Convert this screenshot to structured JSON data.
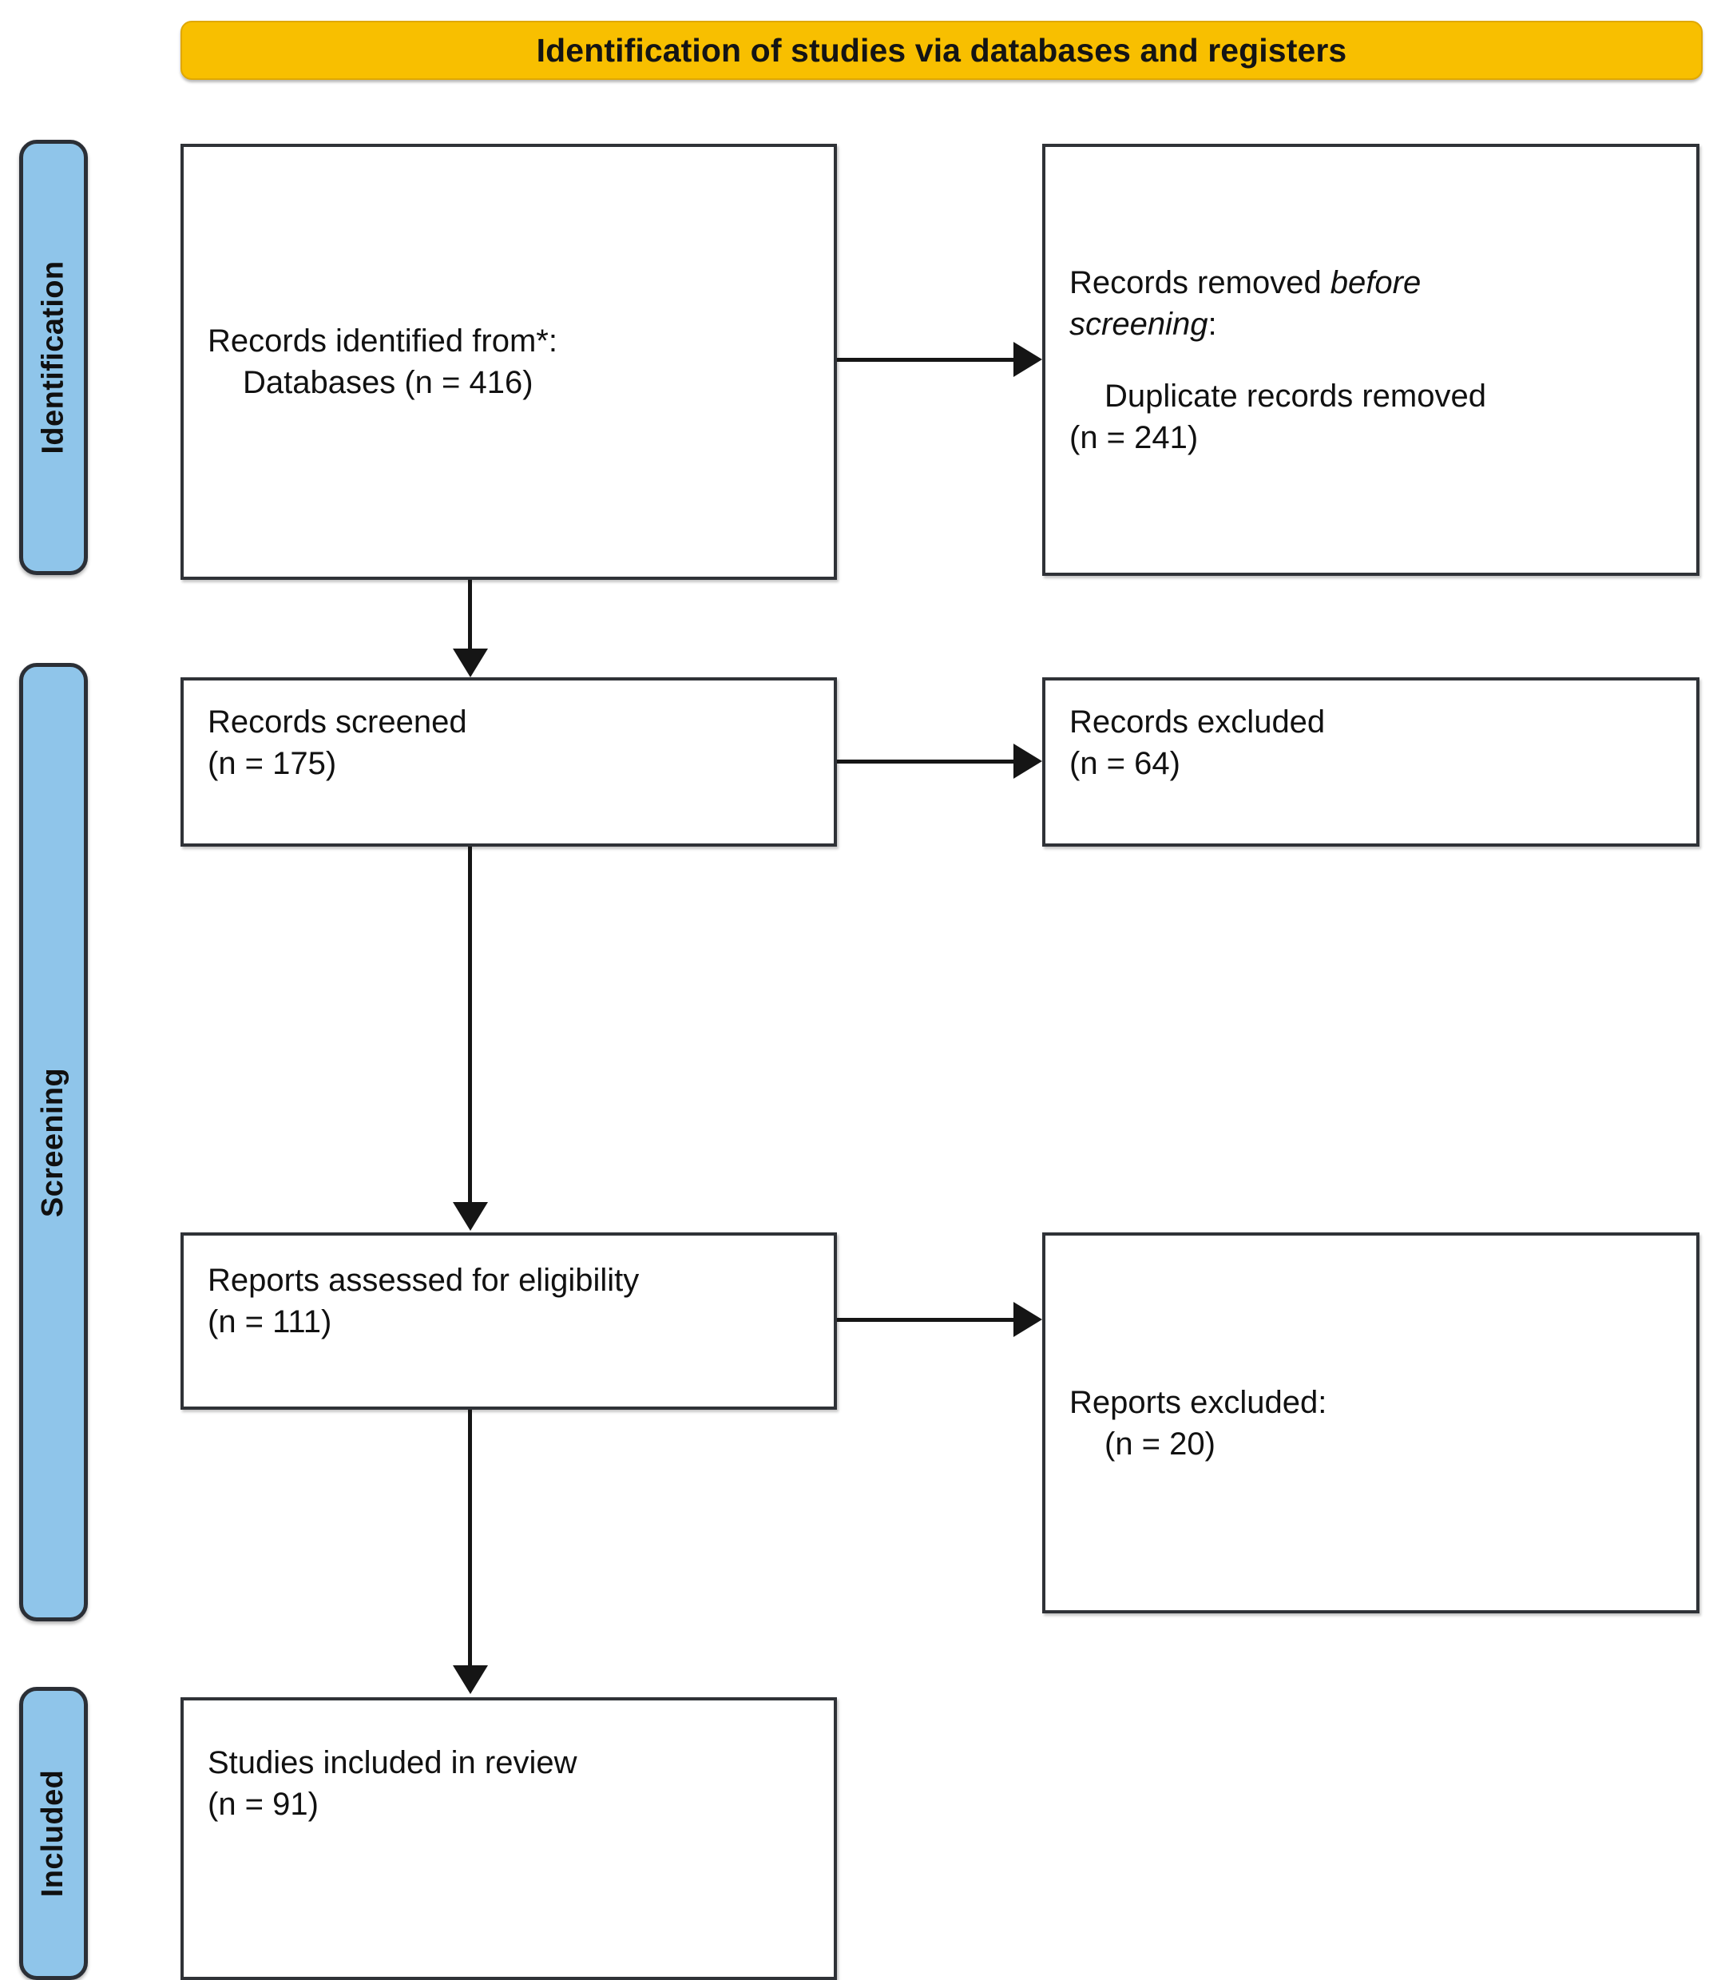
{
  "diagram": {
    "kind": "prisma-flow-diagram",
    "banner": {
      "title": "Identification of studies via databases and registers",
      "background_color": "#f8bf00",
      "text_color": "#141414"
    },
    "phases": [
      {
        "id": "identification",
        "label": "Identification",
        "color": "#8fc5ea"
      },
      {
        "id": "screening",
        "label": "Screening",
        "color": "#8fc5ea"
      },
      {
        "id": "included",
        "label": "Included",
        "color": "#8fc5ea"
      }
    ],
    "boxes": {
      "identified": {
        "line1": "Records identified from*:",
        "line2": "Databases (n = 416)",
        "count": 416
      },
      "removed_before_screening": {
        "line1_prefix": "Records removed ",
        "line1_italic": "before",
        "line2_italic": "screening",
        "line2_suffix": ":",
        "line3": "Duplicate records removed",
        "line4": "(n = 241)",
        "count": 241
      },
      "screened": {
        "line1": "Records screened",
        "line2": "(n = 175)",
        "count": 175
      },
      "records_excluded": {
        "line1": "Records excluded",
        "line2": "(n = 64)",
        "count": 64
      },
      "assessed": {
        "line1": "Reports assessed for eligibility",
        "line2": "(n = 111)",
        "count": 111
      },
      "reports_excluded": {
        "line1": "Reports excluded:",
        "line2": "(n = 20)",
        "count": 20
      },
      "included": {
        "line1": "Studies included in review",
        "line2": "(n = 91)",
        "count": 91
      }
    },
    "connectors": [
      {
        "from": "identified",
        "to": "removed_before_screening",
        "direction": "right"
      },
      {
        "from": "identified",
        "to": "screened",
        "direction": "down"
      },
      {
        "from": "screened",
        "to": "records_excluded",
        "direction": "right"
      },
      {
        "from": "screened",
        "to": "assessed",
        "direction": "down"
      },
      {
        "from": "assessed",
        "to": "reports_excluded",
        "direction": "right"
      },
      {
        "from": "assessed",
        "to": "included",
        "direction": "down"
      }
    ]
  }
}
